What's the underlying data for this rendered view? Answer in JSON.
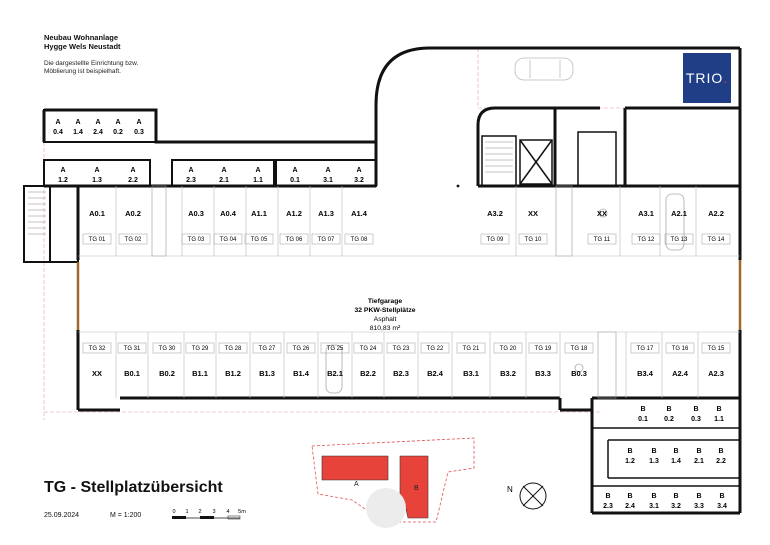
{
  "header": {
    "project": "Neubau Wohnanlage",
    "location": "Hygge Wels Neustadt",
    "note_line1": "Die dargestellte Einrichtung bzw.",
    "note_line2": "Möblierung ist beispielhaft."
  },
  "logo": {
    "text": "TRIO",
    "dot": "."
  },
  "title": "TG - Stellplatzübersicht",
  "date": "25.09.2024",
  "scale": "M = 1:200",
  "scalebar_ticks": [
    "0",
    "1",
    "2",
    "3",
    "4",
    "5m"
  ],
  "garage": {
    "name": "Tiefgarage",
    "count": "32 PKW-Stellplätze",
    "surface": "Asphalt",
    "area": "810,83 m²"
  },
  "north": "N",
  "top_spaces": [
    {
      "label": "A0.1",
      "tg": "TG 01"
    },
    {
      "label": "A0.2",
      "tg": "TG 02"
    },
    {
      "label": "A0.3",
      "tg": "TG 03"
    },
    {
      "label": "A0.4",
      "tg": "TG 04"
    },
    {
      "label": "A1.1",
      "tg": "TG 05"
    },
    {
      "label": "A1.2",
      "tg": "TG 06"
    },
    {
      "label": "A1.3",
      "tg": "TG 07"
    },
    {
      "label": "A1.4",
      "tg": "TG 08"
    },
    {
      "label": "A3.2",
      "tg": "TG 09"
    },
    {
      "label": "XX",
      "tg": "TG 10"
    },
    {
      "label": "XX",
      "tg": "TG 11"
    },
    {
      "label": "A3.1",
      "tg": "TG 12"
    },
    {
      "label": "A2.1",
      "tg": "TG 13"
    },
    {
      "label": "A2.2",
      "tg": "TG 14"
    }
  ],
  "bottom_spaces": [
    {
      "label": "XX",
      "tg": "TG 32"
    },
    {
      "label": "B0.1",
      "tg": "TG 31"
    },
    {
      "label": "B0.2",
      "tg": "TG 30"
    },
    {
      "label": "B1.1",
      "tg": "TG 29"
    },
    {
      "label": "B1.2",
      "tg": "TG 28"
    },
    {
      "label": "B1.3",
      "tg": "TG 27"
    },
    {
      "label": "B1.4",
      "tg": "TG 26"
    },
    {
      "label": "B2.1",
      "tg": "TG 25"
    },
    {
      "label": "B2.2",
      "tg": "TG 24"
    },
    {
      "label": "B2.3",
      "tg": "TG 23"
    },
    {
      "label": "B2.4",
      "tg": "TG 22"
    },
    {
      "label": "B3.1",
      "tg": "TG 21"
    },
    {
      "label": "B3.2",
      "tg": "TG 20"
    },
    {
      "label": "B3.3",
      "tg": "TG 19"
    },
    {
      "label": "B0.3",
      "tg": "TG 18"
    },
    {
      "label": "B3.4",
      "tg": "TG 17"
    },
    {
      "label": "A2.4",
      "tg": "TG 16"
    },
    {
      "label": "A2.3",
      "tg": "TG 15"
    }
  ],
  "storage_row1": [
    {
      "l1": "A",
      "l2": "0.4"
    },
    {
      "l1": "A",
      "l2": "1.4"
    },
    {
      "l1": "A",
      "l2": "2.4"
    },
    {
      "l1": "A",
      "l2": "0.2"
    },
    {
      "l1": "A",
      "l2": "0.3"
    }
  ],
  "storage_row2": [
    {
      "l1": "A",
      "l2": "1.2"
    },
    {
      "l1": "A",
      "l2": "1.3"
    },
    {
      "l1": "A",
      "l2": "2.2"
    },
    {
      "l1": "A",
      "l2": "2.3"
    },
    {
      "l1": "A",
      "l2": "2.1"
    },
    {
      "l1": "A",
      "l2": "1.1"
    },
    {
      "l1": "A",
      "l2": "0.1"
    },
    {
      "l1": "A",
      "l2": "3.1"
    },
    {
      "l1": "A",
      "l2": "3.2"
    }
  ],
  "storage_b_row1": [
    {
      "l1": "B",
      "l2": "0.1"
    },
    {
      "l1": "B",
      "l2": "0.2"
    },
    {
      "l1": "B",
      "l2": "0.3"
    },
    {
      "l1": "B",
      "l2": "1.1"
    }
  ],
  "storage_b_row2": [
    {
      "l1": "B",
      "l2": "1.2"
    },
    {
      "l1": "B",
      "l2": "1.3"
    },
    {
      "l1": "B",
      "l2": "1.4"
    },
    {
      "l1": "B",
      "l2": "2.1"
    },
    {
      "l1": "B",
      "l2": "2.2"
    }
  ],
  "storage_b_row3": [
    {
      "l1": "B",
      "l2": "2.3"
    },
    {
      "l1": "B",
      "l2": "2.4"
    },
    {
      "l1": "B",
      "l2": "3.1"
    },
    {
      "l1": "B",
      "l2": "3.2"
    },
    {
      "l1": "B",
      "l2": "3.3"
    },
    {
      "l1": "B",
      "l2": "3.4"
    }
  ],
  "site": {
    "building_a": "A",
    "building_b": "B"
  },
  "colors": {
    "building": "#e8433a",
    "logo_bg": "#203e86",
    "wall": "#111111",
    "pink": "#e89ab5"
  }
}
